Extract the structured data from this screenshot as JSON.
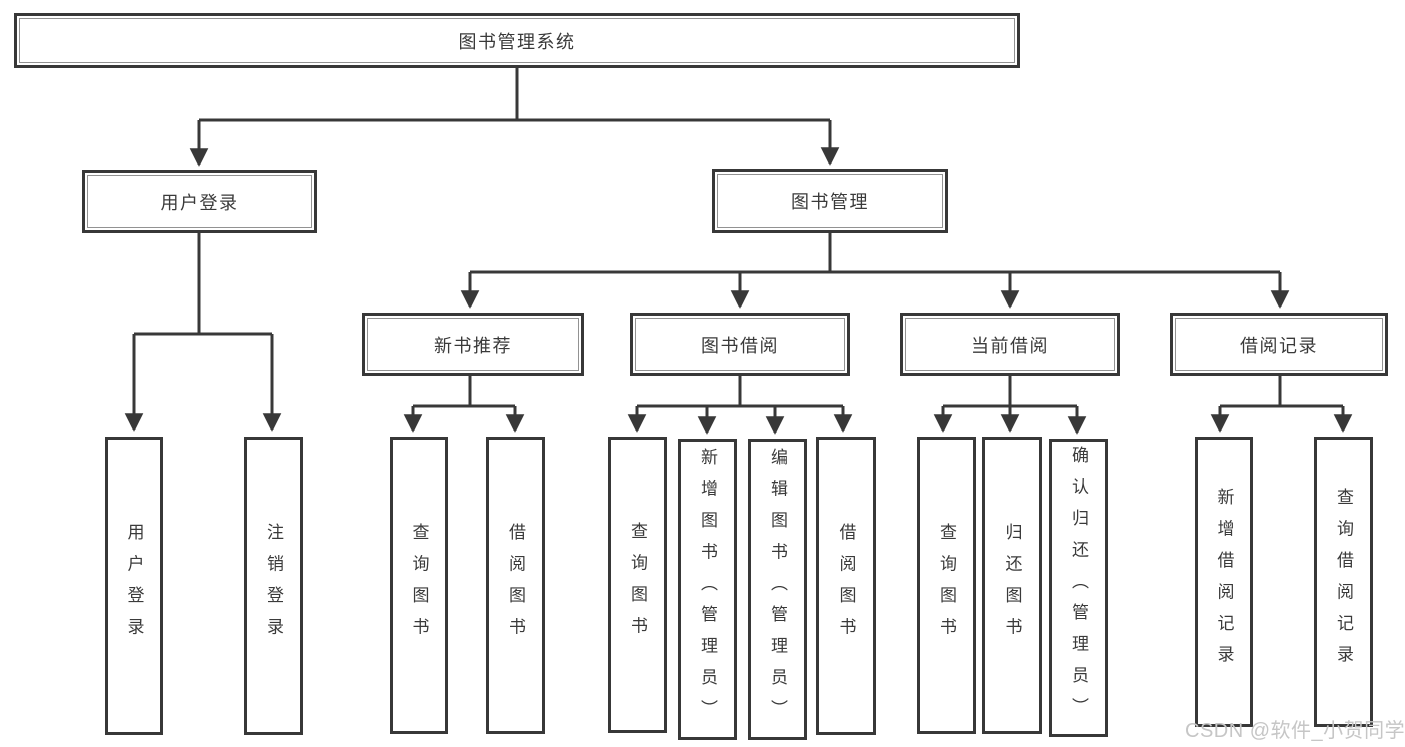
{
  "diagram": {
    "root": {
      "label": "图书管理系统"
    },
    "branches": [
      {
        "label": "用户登录",
        "leaves": [
          {
            "label": "用户登录"
          },
          {
            "label": "注销登录"
          }
        ]
      },
      {
        "label": "图书管理",
        "groups": [
          {
            "label": "新书推荐",
            "leaves": [
              {
                "label": "查询图书"
              },
              {
                "label": "借阅图书"
              }
            ]
          },
          {
            "label": "图书借阅",
            "leaves": [
              {
                "label": "查询图书"
              },
              {
                "label": "新增图书（管理员）"
              },
              {
                "label": "编辑图书（管理员）"
              },
              {
                "label": "借阅图书"
              }
            ]
          },
          {
            "label": "当前借阅",
            "leaves": [
              {
                "label": "查询图书"
              },
              {
                "label": "归还图书"
              },
              {
                "label": "确认归还（管理员）"
              }
            ]
          },
          {
            "label": "借阅记录",
            "leaves": [
              {
                "label": "新增借阅记录"
              },
              {
                "label": "查询借阅记录"
              }
            ]
          }
        ]
      }
    ]
  },
  "watermark": {
    "text": "CSDN @软件_小贺同学"
  },
  "colors": {
    "line": "#383838",
    "text": "#3a3a3a",
    "background": "#ffffff",
    "watermark": "#c6c6c6"
  }
}
